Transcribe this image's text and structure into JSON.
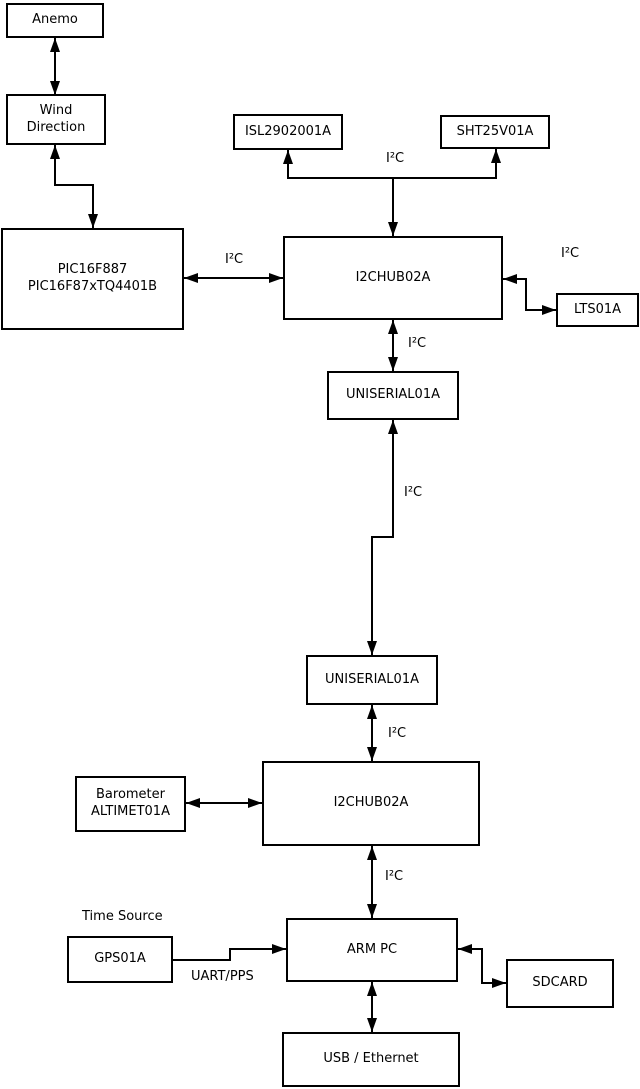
{
  "diagram": {
    "nodes": {
      "anemo": {
        "label": "Anemo"
      },
      "wind_direction": {
        "line1": "Wind",
        "line2": "Direction"
      },
      "pic": {
        "line1": "PIC16F887",
        "line2": "PIC16F87xTQ4401B"
      },
      "isl": {
        "label": "ISL2902001A"
      },
      "sht": {
        "label": "SHT25V01A"
      },
      "i2c_hub_top": {
        "label": "I2CHUB02A"
      },
      "lts": {
        "label": "LTS01A"
      },
      "uniserial_top": {
        "label": "UNISERIAL01A"
      },
      "uniserial_bottom": {
        "label": "UNISERIAL01A"
      },
      "i2c_hub_bottom": {
        "label": "I2CHUB02A"
      },
      "barometer": {
        "line1": "Barometer",
        "line2": "ALTIMET01A"
      },
      "gps": {
        "label": "GPS01A"
      },
      "arm_pc": {
        "label": "ARM PC"
      },
      "sdcard": {
        "label": "SDCARD"
      },
      "usb_ethernet": {
        "label": "USB / Ethernet"
      }
    },
    "labels": {
      "time_source": "Time Source",
      "uart_pps": "UART/PPS",
      "i2c_pic_hub": "I²C",
      "i2c_sensor_bus": "I²C",
      "i2c_hub_lts": "I²C",
      "i2c_hub1_uniserial1": "I²C",
      "i2c_uniserial_link": "I²C",
      "i2c_uniserial2_hub2": "I²C",
      "i2c_hub2_armpc": "I²C"
    },
    "colors": {
      "line": "#000000",
      "box_fill": "#ffffff",
      "background": "#ffffff",
      "text": "#000000"
    }
  }
}
